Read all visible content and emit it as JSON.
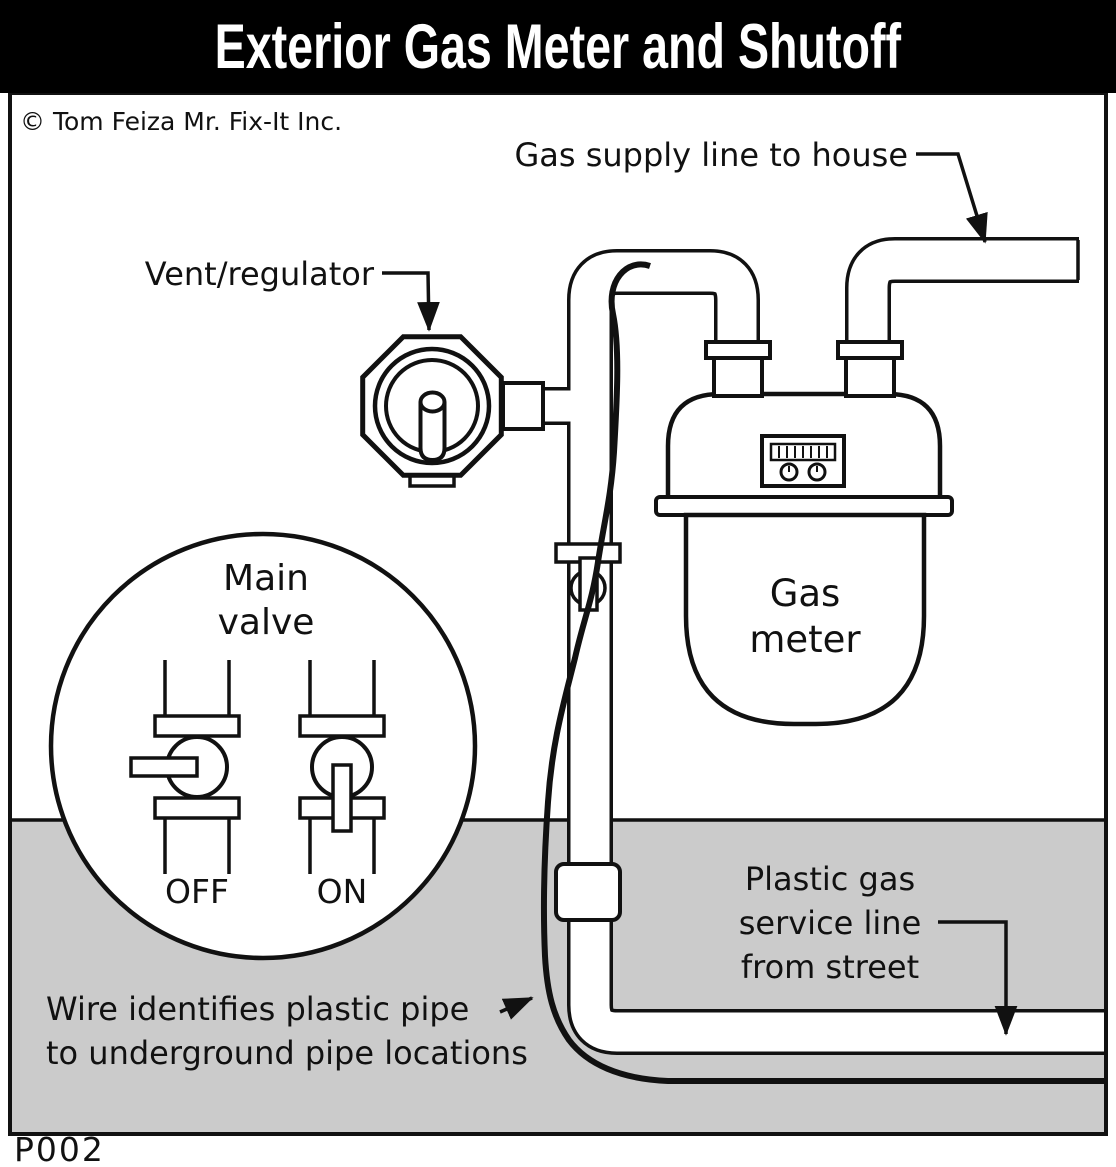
{
  "title": "Exterior Gas Meter and Shutoff",
  "copyright": "© Tom Feiza Mr. Fix-It Inc.",
  "figure_id": "P002",
  "colors": {
    "ink": "#111111",
    "paper": "#ffffff",
    "ground": "#cbcbcb",
    "title_bg": "#000000",
    "title_fg": "#ffffff"
  },
  "labels": {
    "gas_supply_line": "Gas supply line to house",
    "vent_regulator": "Vent/regulator",
    "main_valve": [
      "Main",
      "valve"
    ],
    "valve_off": "OFF",
    "valve_on": "ON",
    "gas_meter": [
      "Gas",
      "meter"
    ],
    "service_line": [
      "Plastic gas",
      "service line",
      "from street"
    ],
    "wire_note": [
      "Wire identifies plastic pipe",
      "to underground pipe locations"
    ]
  }
}
